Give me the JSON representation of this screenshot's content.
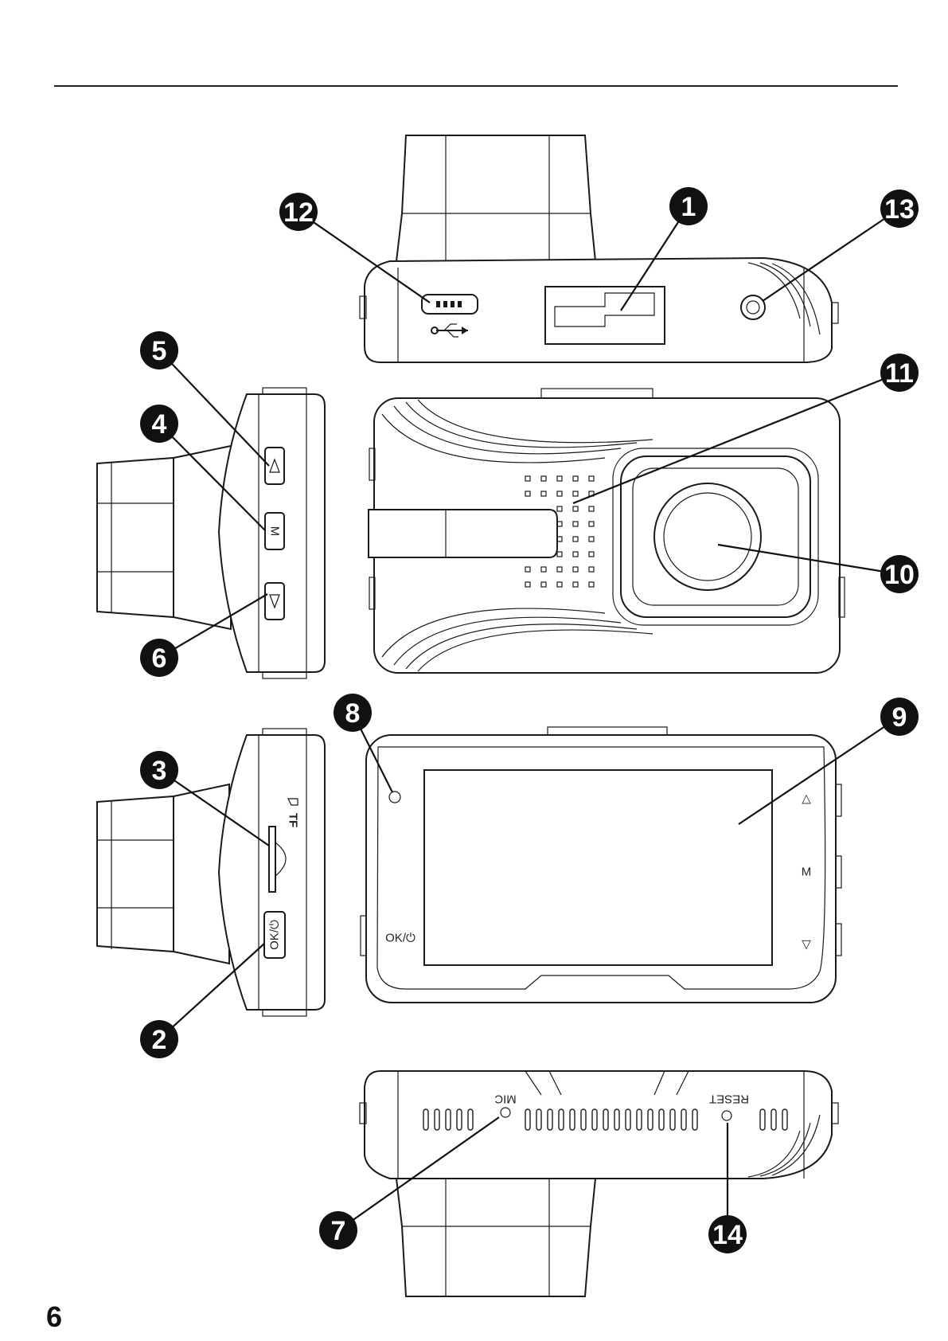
{
  "page": {
    "number": "6"
  },
  "callouts": [
    "1",
    "2",
    "3",
    "4",
    "5",
    "6",
    "7",
    "8",
    "9",
    "10",
    "11",
    "12",
    "13",
    "14"
  ],
  "labels": {
    "tf": "TF",
    "m": "M",
    "ok_power": "OK/⏻",
    "mic": "MIC",
    "reset": "RESET",
    "up": "△",
    "down": "▽"
  }
}
